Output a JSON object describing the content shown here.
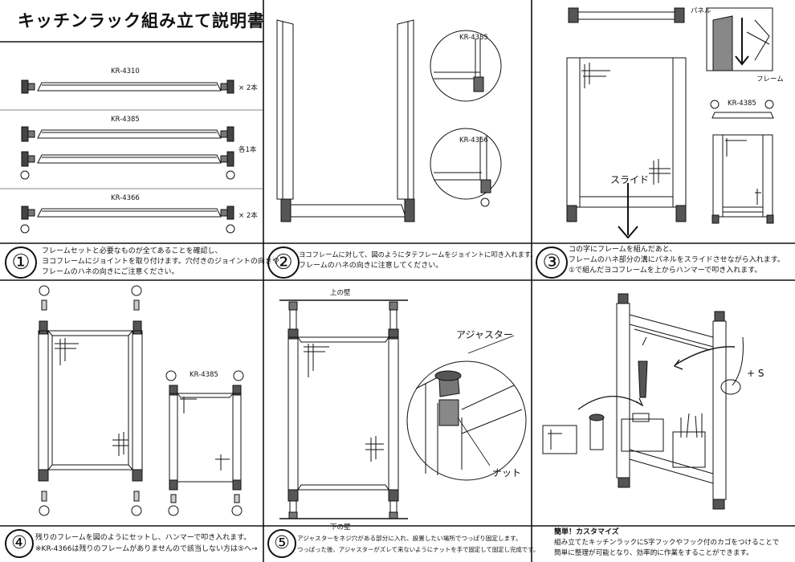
{
  "title": "キッチンラック組み立て説明書",
  "parts": {
    "kr4310": "KR-4310",
    "kr4385": "KR-4385",
    "kr4366": "KR-4366",
    "qty_x2a": "× 2本",
    "qty_each": "各1本",
    "qty_x2b": "× 2本"
  },
  "panel2": {
    "label_a": "KR-4385",
    "label_b": "KR-4366"
  },
  "panel3": {
    "panel_label": "パネル",
    "frame_label": "フレーム",
    "kr4385": "KR-4385",
    "slide": "スライド"
  },
  "panel4": {
    "kr4385": "KR-4385"
  },
  "panel5": {
    "top_wall": "上の壁",
    "bottom_wall": "下の壁",
    "adjuster": "アジャスター",
    "nut": "ナット"
  },
  "steps": {
    "s1": {
      "num": "①",
      "lines": [
        "フレームセットと必要なものが全てあることを確認し、",
        "ヨコフレームにジョイントを取り付けます。穴付きのジョイントの向きや",
        "フレームのハネの向きにご注意ください。"
      ]
    },
    "s2": {
      "num": "②",
      "lines": [
        "ヨコフレームに対して、図のようにタテフレームをジョイントに叩き入れます。",
        "フレームのハネの向きに注意してください。"
      ]
    },
    "s3": {
      "num": "③",
      "lines": [
        "コの字にフレームを組んだあと、",
        "フレームのハネ部分の溝にパネルをスライドさせながら入れます。",
        "①で組んだヨコフレームを上からハンマーで叩き入れます。"
      ]
    },
    "s4": {
      "num": "④",
      "lines": [
        "残りのフレームを図のようにセットし、ハンマーで叩き入れます。",
        "※KR-4366は残りのフレームがありませんので該当しない方は⑤へ→"
      ]
    },
    "s5": {
      "num": "⑤",
      "lines": [
        "アジャスターをネジ穴がある部分に入れ、設置したい場所でつっぱり固定します。",
        "つっぱった後、アジャスターがズレて来ないようにナットを手で固定して固定し完成です。"
      ]
    },
    "s6": {
      "heading": "簡単！カスタマイズ",
      "lines": [
        "組み立てたキッチンラックにS字フックやフック付のカゴをつけることで",
        "簡単に整理が可能となり、効率的に作業をすることができます。"
      ]
    }
  },
  "panel6": {
    "plus_s": "+ S"
  }
}
